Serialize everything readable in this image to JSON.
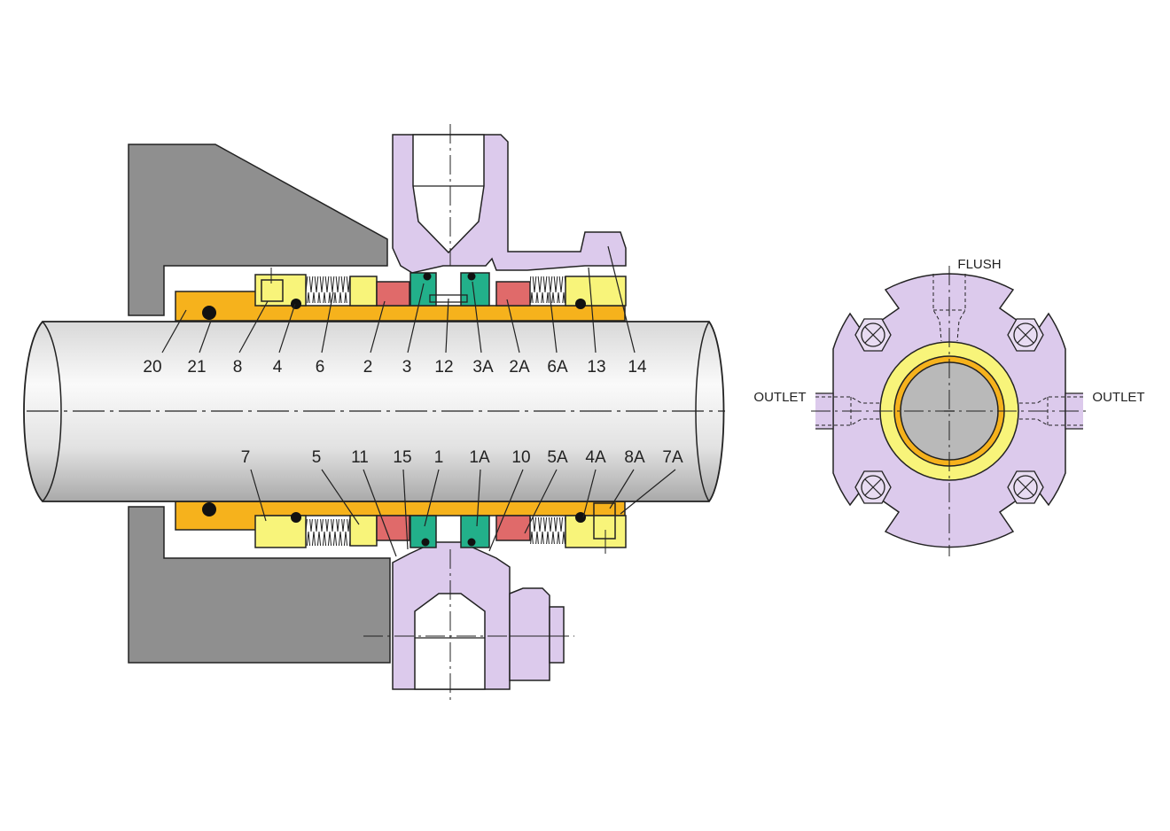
{
  "colors": {
    "housing": "#8f8f8f",
    "gland": "#dccaec",
    "sleeve": "#f6b21c",
    "collar": "#f8f47a",
    "face_seat": "#e06a6a",
    "face_ring": "#22b08a",
    "shaft_light": "#f2f2f2",
    "shaft_dark": "#b5b5b5",
    "line": "#222222"
  },
  "top_labels": [
    "20",
    "21",
    "8",
    "4",
    "6",
    "2",
    "3",
    "12",
    "3A",
    "2A",
    "6A",
    "13",
    "14"
  ],
  "bottom_labels": [
    "7",
    "5",
    "11",
    "15",
    "1",
    "1A",
    "10",
    "5A",
    "4A",
    "8A",
    "7A"
  ],
  "end_view": {
    "flush": "FLUSH",
    "outlet_left": "OUTLET",
    "outlet_right": "OUTLET"
  }
}
